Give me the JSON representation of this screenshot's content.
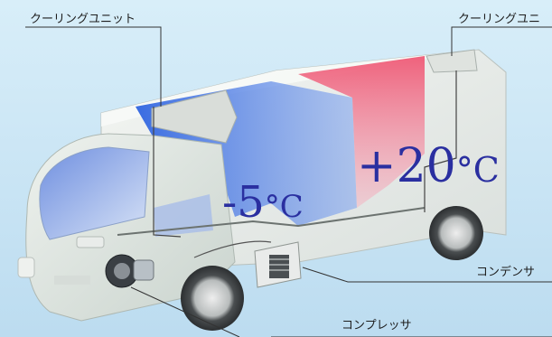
{
  "labels": {
    "cooling_unit_left": "クーリングユニット",
    "cooling_unit_right": "クーリングユニ",
    "condenser": "コンデンサ",
    "compressor": "コンプレッサ"
  },
  "temperatures": {
    "cold_value": "-5",
    "cold_unit": "°C",
    "warm_value": "+20",
    "warm_unit": "°C"
  },
  "colors": {
    "background": "#cfe8f7",
    "cold": "#1f4fd0",
    "warm": "#e8506e",
    "temp_text": "#2a2fa0",
    "leader_line": "#333333",
    "truck_body": "#e8ecea"
  }
}
